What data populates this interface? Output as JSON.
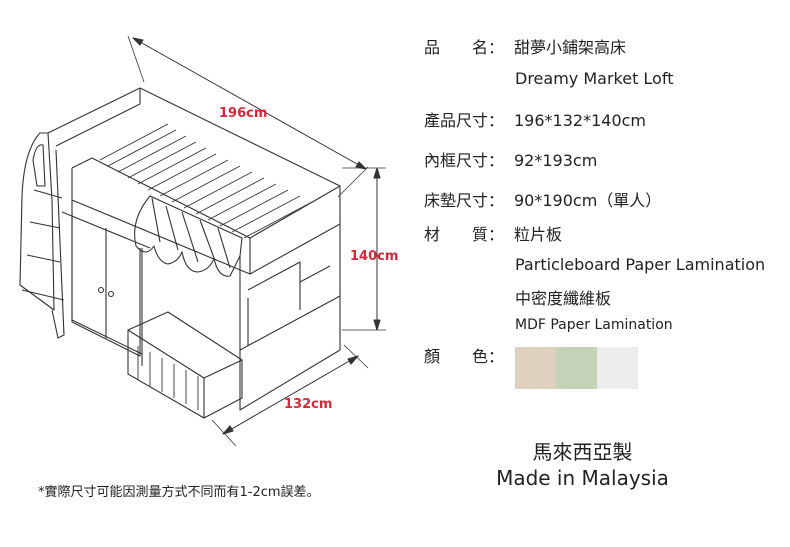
{
  "dimensions": {
    "length": "196cm",
    "height": "140cm",
    "width": "132cm"
  },
  "specs": {
    "name_label": "品　　名：",
    "name_zh": "甜夢小鋪架高床",
    "name_en": "Dreamy Market Loft",
    "size_label": "產品尺寸：",
    "size_value": "196*132*140cm",
    "inner_label": "內框尺寸：",
    "inner_value": "92*193cm",
    "mattress_label": "床墊尺寸：",
    "mattress_value": "90*190cm（單人）",
    "material_label": "材　　質：",
    "material_zh_1": "粒片板",
    "material_en_1": "Particleboard Paper Lamination",
    "material_zh_2": "中密度纖維板",
    "material_en_2": "MDF Paper Lamination",
    "color_label": "顏　　色："
  },
  "colors": [
    "#ddd0bd",
    "#c6d2b8",
    "#ececec"
  ],
  "made_in_zh": "馬來西亞製",
  "made_in_en": "Made in Malaysia",
  "note": "*實際尺寸可能因測量方式不同而有1-2cm誤差。"
}
